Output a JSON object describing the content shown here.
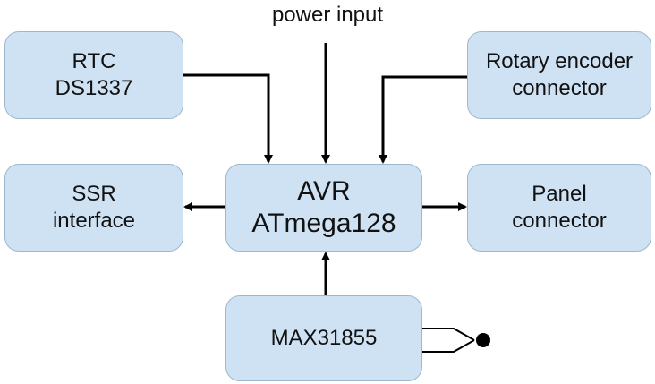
{
  "power_label": "power input",
  "blocks": {
    "rtc": {
      "line1": "RTC",
      "line2": "DS1337"
    },
    "rotary": {
      "line1": "Rotary encoder",
      "line2": "connector"
    },
    "ssr": {
      "line1": "SSR",
      "line2": "interface"
    },
    "avr": {
      "line1": "AVR",
      "line2": "ATmega128"
    },
    "panel": {
      "line1": "Panel",
      "line2": "connector"
    },
    "max": {
      "line1": "MAX31855"
    }
  },
  "colors": {
    "block_fill": "#cfe2f3",
    "block_border": "#9fb7cc",
    "connector": "#000000"
  }
}
